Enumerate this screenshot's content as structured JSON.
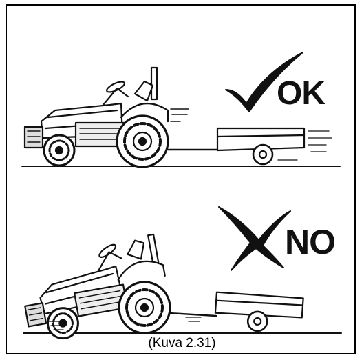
{
  "figure": {
    "ok_label": "OK",
    "no_label": "NO",
    "caption": "(Kuva 2.31)"
  }
}
